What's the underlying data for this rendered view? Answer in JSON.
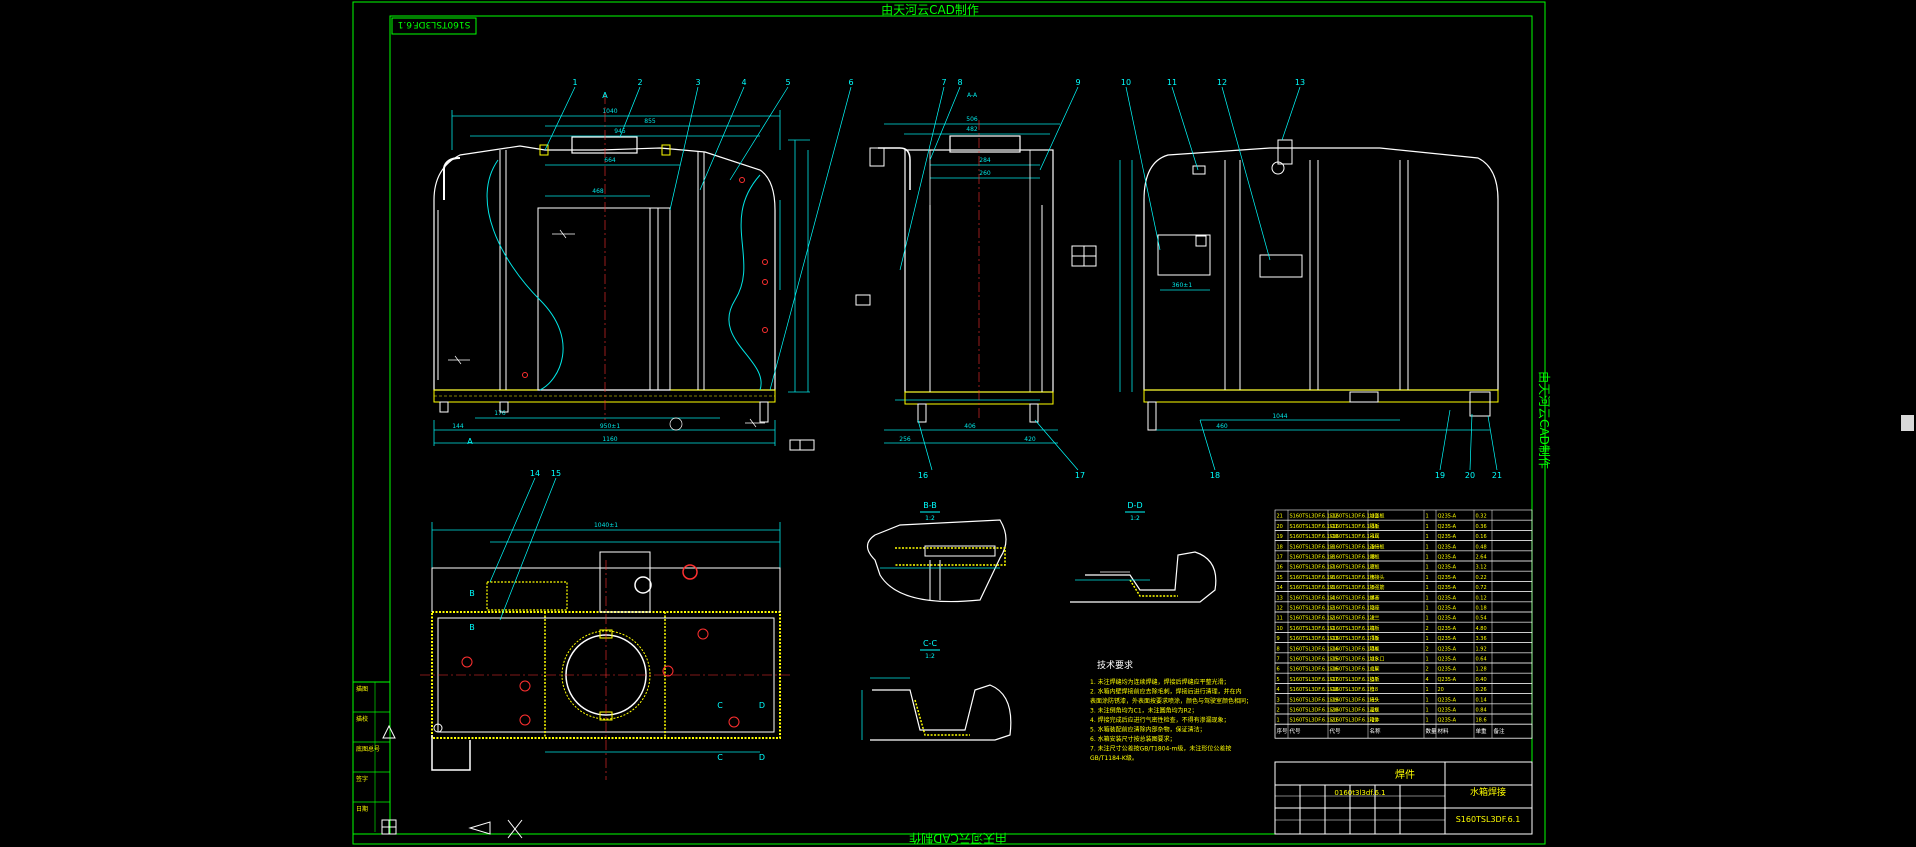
{
  "watermark": {
    "top": "由天河云CAD制作",
    "bottom": "由天河云CAD制作",
    "right": "由天河云CAD制作",
    "corner_code": "S160TSL3DF.6.1"
  },
  "callouts": {
    "front": [
      "1",
      "2",
      "3",
      "4",
      "5",
      "6"
    ],
    "side": [
      "7",
      "8",
      "9"
    ],
    "rear": [
      "10",
      "11",
      "12",
      "13"
    ],
    "plan": [
      "14",
      "15"
    ],
    "side_bottom": [
      "16",
      "17"
    ],
    "rear_bottom": [
      "18",
      "19",
      "20",
      "21"
    ]
  },
  "view_labels": {
    "section_a": "A-A",
    "section_b": "B-B",
    "section_c": "C-C",
    "section_d": "D-D",
    "scale": "1:2",
    "mark_a": "A",
    "mark_b": "B",
    "mark_c": "C",
    "mark_d": "D"
  },
  "tech_req": {
    "title": "技术要求",
    "lines": [
      "1. 未注焊缝均为连续焊缝，焊接后焊缝应平整光滑；",
      "2. 水箱内壁焊接前应去除毛刺，焊接后进行清理，并在内",
      "   表面涂防锈漆，外表面按要求喷涂，颜色与驾驶室颜色相同；",
      "3. 未注倒角均为C1，未注圆角均为R2；",
      "4. 焊接完成后应进行气密性检查，不得有渗漏现象；",
      "5. 水箱装配前应清除内部杂物，保证清洁；",
      "6. 水箱安装尺寸按总装图要求；",
      "7. 未注尺寸公差按GB/T1804-m级，未注形位公差按",
      "   GB/T1184-K级。"
    ]
  },
  "bom": {
    "rows": [
      [
        "21",
        "S160TSL3DF.6.1-12",
        "S160TSL3DF.6.1-12",
        "加强板",
        "1",
        "Q235-A",
        "0.32",
        ""
      ],
      [
        "20",
        "S160TSL3DF.6.1-11",
        "S160TSL3DF.6.1-11",
        "隔板",
        "1",
        "Q235-A",
        "0.36",
        ""
      ],
      [
        "19",
        "S160TSL3DF.6.1-10",
        "S160TSL3DF.6.1-10",
        "吊耳",
        "1",
        "Q235-A",
        "0.16",
        ""
      ],
      [
        "18",
        "S160TSL3DF.6.1-9",
        "S160TSL3DF.6.1-9",
        "连接板",
        "1",
        "Q235-A",
        "0.48",
        ""
      ],
      [
        "17",
        "S160TSL3DF.6.1-8",
        "S160TSL3DF.6.1-8",
        "侧板",
        "1",
        "Q235-A",
        "2.64",
        ""
      ],
      [
        "16",
        "S160TSL3DF.6.1-7",
        "S160TSL3DF.6.1-7",
        "底板",
        "1",
        "Q235-A",
        "3.12",
        ""
      ],
      [
        "15",
        "S160TSL3DF.6.1-6",
        "S160TSL3DF.6.1-6",
        "管接头",
        "1",
        "Q235-A",
        "0.22",
        ""
      ],
      [
        "14",
        "S160TSL3DF.6.1-5",
        "S160TSL3DF.6.1-5",
        "加强筋",
        "1",
        "Q235-A",
        "0.72",
        ""
      ],
      [
        "13",
        "S160TSL3DF.6.1-4",
        "S160TSL3DF.6.1-4",
        "螺塞",
        "1",
        "Q235-A",
        "0.12",
        ""
      ],
      [
        "12",
        "S160TSL3DF.6.1-3",
        "S160TSL3DF.6.1-3",
        "管座",
        "1",
        "Q235-A",
        "0.18",
        ""
      ],
      [
        "11",
        "S160TSL3DF.6.1-2",
        "S160TSL3DF.6.1-2",
        "法兰",
        "1",
        "Q235-A",
        "0.54",
        ""
      ],
      [
        "10",
        "S160TSL3DF.6.1-1",
        "S160TSL3DF.6.1-1",
        "端板",
        "2",
        "Q235-A",
        "4.80",
        ""
      ],
      [
        "9",
        "S160TSL3DF.6.1-13",
        "S160TSL3DF.6.1-13",
        "顶板",
        "1",
        "Q235-A",
        "3.36",
        ""
      ],
      [
        "8",
        "S160TSL3DF.6.1-14",
        "S160TSL3DF.6.1-14",
        "隔板",
        "2",
        "Q235-A",
        "1.92",
        ""
      ],
      [
        "7",
        "S160TSL3DF.6.1-15",
        "S160TSL3DF.6.1-15",
        "加水口",
        "1",
        "Q235-A",
        "0.64",
        ""
      ],
      [
        "6",
        "S160TSL3DF.6.1-16",
        "S160TSL3DF.6.1-16",
        "支架",
        "2",
        "Q235-A",
        "1.28",
        ""
      ],
      [
        "5",
        "S160TSL3DF.6.1-17",
        "S160TSL3DF.6.1-17",
        "垫板",
        "4",
        "Q235-A",
        "0.40",
        ""
      ],
      [
        "4",
        "S160TSL3DF.6.1-18",
        "S160TSL3DF.6.1-18",
        "管",
        "1",
        "20",
        "0.26",
        ""
      ],
      [
        "3",
        "S160TSL3DF.6.1-19",
        "S160TSL3DF.6.1-19",
        "接头",
        "1",
        "Q235-A",
        "0.14",
        ""
      ],
      [
        "2",
        "S160TSL3DF.6.1-20",
        "S160TSL3DF.6.1-20",
        "盖板",
        "1",
        "Q235-A",
        "0.84",
        ""
      ],
      [
        "1",
        "S160TSL3DF.6.1-21",
        "S160TSL3DF.6.1-21",
        "箱体",
        "1",
        "Q235-A",
        "18.6",
        ""
      ]
    ],
    "header": [
      "序号",
      "代号",
      "代号",
      "名称",
      "数量",
      "材料",
      "单重",
      "备注"
    ]
  },
  "title_block": {
    "drawing_no": "S160TSL3DF.6.1",
    "part_name": "水箱焊接",
    "assembly_label": "焊件",
    "code": "0160t3l3df.6.1"
  },
  "left_stamp": {
    "rows": [
      "描图",
      "描校",
      "底图总号",
      "签字",
      "日期"
    ]
  },
  "colors": {
    "background": "#000000",
    "frame": "#00ff00",
    "outline": "#ffffff",
    "dimension": "#00e6e6",
    "centerline": "#ff3030",
    "hatch": "#ffff00",
    "callout": "#00ffff"
  }
}
